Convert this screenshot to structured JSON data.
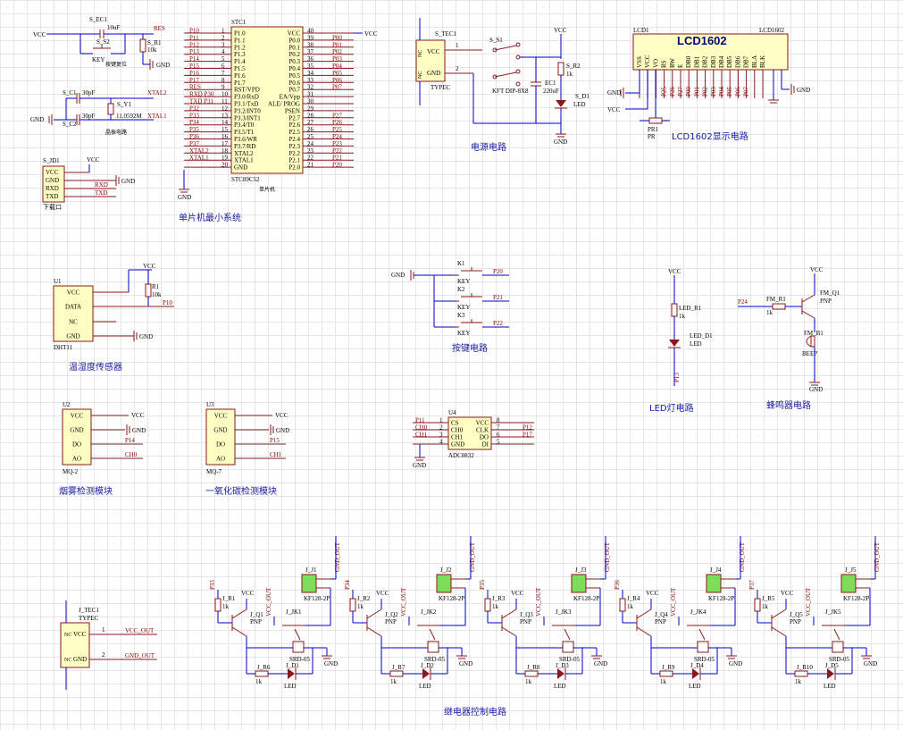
{
  "nets": {
    "vcc": "VCC",
    "gnd": "GND",
    "res": "RES",
    "xtal1": "XTAL1",
    "xtal2": "XTAL2",
    "txd": "TXD",
    "rxd": "RXD",
    "vcc_out": "VCC_OUT",
    "gnd_out": "GND_OUT",
    "ch0": "CH0",
    "ch1": "CH1"
  },
  "captions": {
    "mcu": "单片机最小系统",
    "power": "电源电路",
    "lcd": "LCD1602显示电路",
    "dht": "温湿度传感器",
    "keys": "按键电路",
    "led": "LED灯电路",
    "buzzer": "蜂鸣器电路",
    "mq2": "烟雾检测模块",
    "mq7": "一氧化碳检测模块",
    "relay": "继电器控制电路"
  },
  "reset": {
    "cap_ref": "S_EC1",
    "cap_val": "10uF",
    "key_ref": "S_S2",
    "key_val": "KEY",
    "res_ref": "S_R1",
    "res_val": "10k",
    "note": "按键复位"
  },
  "crystal": {
    "c1_ref": "S_C1",
    "c2_ref": "S_C2",
    "c_val": "30pF",
    "y_ref": "S_Y1",
    "y_val": "11.0592M",
    "note": "晶振电路"
  },
  "download": {
    "ref": "S_JD1",
    "pins": [
      "VCC",
      "GND",
      "RXD",
      "TXD"
    ],
    "note": "下载口"
  },
  "mcu": {
    "ref": "STC1",
    "part": "STC89C52",
    "note": "单片机",
    "left_pins": [
      "P1.0",
      "P1.1",
      "P1.2",
      "P1.3",
      "P1.4",
      "P1.5",
      "P1.6",
      "P1.7",
      "RST/VPD",
      "P3.0/RxD",
      "P3.1/TxD",
      "P3.2/INT0",
      "P3.3/INT1",
      "P3.4/T0",
      "P3.5/T1",
      "P3.6/WR",
      "P3.7/RD",
      "XTAL2",
      "XTAL1",
      "GND"
    ],
    "left_nums": [
      "1",
      "2",
      "3",
      "4",
      "5",
      "6",
      "7",
      "8",
      "9",
      "10",
      "11",
      "12",
      "13",
      "14",
      "15",
      "16",
      "17",
      "18",
      "19",
      "20"
    ],
    "left_nets": [
      "P10",
      "P11",
      "P12",
      "P13",
      "P14",
      "P15",
      "P16",
      "P17",
      "RES",
      "RXD P30",
      "TXD P31",
      "P32",
      "P33",
      "P34",
      "P35",
      "P36",
      "P37",
      "XTAL2",
      "XTAL1",
      ""
    ],
    "right_pins": [
      "VCC",
      "P0.0",
      "P0.1",
      "P0.2",
      "P0.3",
      "P0.4",
      "P0.5",
      "P0.6",
      "P0.7",
      "EA/Vpp",
      "ALE/ PROG",
      "PSEN",
      "P2.7",
      "P2.6",
      "P2.5",
      "P2.4",
      "P2.3",
      "P2.2",
      "P2.1",
      "P2.0"
    ],
    "right_nums": [
      "40",
      "39",
      "38",
      "37",
      "36",
      "35",
      "34",
      "33",
      "32",
      "31",
      "30",
      "29",
      "28",
      "27",
      "26",
      "25",
      "24",
      "23",
      "22",
      "21"
    ],
    "right_nets": [
      "VCC",
      "P00",
      "P01",
      "P02",
      "P03",
      "P04",
      "P05",
      "P06",
      "P07",
      "",
      "",
      "",
      "P27",
      "P26",
      "P25",
      "P24",
      "P23",
      "P22",
      "P21",
      "P20"
    ]
  },
  "power": {
    "conn_ref": "S_TEC1",
    "conn_pins": [
      "NC",
      "VCC",
      "NC",
      "GND"
    ],
    "conn_type": "TYPEC",
    "sw_ref": "S_S1",
    "sw_val": "KFT DIP-8X8",
    "ec_ref": "EC1",
    "ec_val": "220uF",
    "r_ref": "S_R2",
    "r_val": "1k",
    "d_ref": "S_D1",
    "d_val": "LED"
  },
  "lcd": {
    "ref": "LCD1",
    "part": "LCD1602",
    "title": "LCD1602",
    "pins": [
      "VSS",
      "VCC",
      "VO",
      "RS",
      "RW",
      "E",
      "DB0",
      "DB1",
      "DB2",
      "DB3",
      "DB4",
      "DB5",
      "DB6",
      "DB7",
      "BLA",
      "BLK"
    ],
    "nets": [
      "",
      "",
      "",
      "P25",
      "P26",
      "P27",
      "P00",
      "P01",
      "P02",
      "P03",
      "P04",
      "P05",
      "P06",
      "P07",
      "",
      ""
    ],
    "pr_ref": "PR1",
    "pr_val": "PR"
  },
  "dht": {
    "ref": "U1",
    "part": "DHT11",
    "pins": [
      "VCC",
      "DATA",
      "NC",
      "GND"
    ],
    "r_ref": "R1",
    "r_val": "10k",
    "net": "P10"
  },
  "keys": {
    "items": [
      {
        "ref": "K1",
        "val": "KEY",
        "net": "P20"
      },
      {
        "ref": "K2",
        "val": "KEY",
        "net": "P21"
      },
      {
        "ref": "K3",
        "val": "KEY",
        "net": "P22"
      }
    ]
  },
  "led": {
    "r_ref": "LED_R1",
    "r_val": "1k",
    "d_ref": "LED_D1",
    "d_val": "LED",
    "net": "P13"
  },
  "buzzer": {
    "r_ref": "FM_R1",
    "r_val": "1k",
    "q_ref": "FM_Q1",
    "q_val": "PNP",
    "b_ref": "FM_B1",
    "b_val": "BEEP",
    "net": "P24"
  },
  "mq2": {
    "ref": "U2",
    "part": "MQ-2",
    "pins": [
      "VCC",
      "GND",
      "DO",
      "AO"
    ],
    "do_net": "P14",
    "ao_net": "CH0"
  },
  "mq7": {
    "ref": "U3",
    "part": "MQ-7",
    "pins": [
      "VCC",
      "GND",
      "DO",
      "AO"
    ],
    "do_net": "P15",
    "ao_net": "CH1"
  },
  "adc": {
    "ref": "U4",
    "part": "ADC0832",
    "left": [
      "CS",
      "CH0",
      "CH1",
      "GND"
    ],
    "right": [
      "VCC",
      "CLK",
      "DO",
      "DI"
    ],
    "left_nets": [
      "P11",
      "CH0",
      "CH1",
      ""
    ],
    "right_nets": [
      "",
      "P12",
      "P17",
      ""
    ],
    "lnums": [
      "1",
      "2",
      "3",
      "4"
    ],
    "rnums": [
      "8",
      "7",
      "6",
      "5"
    ]
  },
  "jtec": {
    "ref": "J_TEC1",
    "type": "TYPEC",
    "pins": [
      "NC",
      "VCC",
      "NC",
      "GND"
    ]
  },
  "relays": [
    {
      "net": "P33",
      "r1": "J_R1",
      "q": "J_Q1",
      "jk": "J_JK1",
      "j": "J_J1",
      "rl": "J_R6",
      "d": "J_D1"
    },
    {
      "net": "P34",
      "r1": "J_R2",
      "q": "J_Q2",
      "jk": "J_JK2",
      "j": "J_J2",
      "rl": "J_R7",
      "d": "J_D2"
    },
    {
      "net": "P35",
      "r1": "J_R3",
      "q": "J_Q3",
      "jk": "J_JK3",
      "j": "J_J3",
      "rl": "J_R8",
      "d": "J_D3"
    },
    {
      "net": "P36",
      "r1": "J_R4",
      "q": "J_Q4",
      "jk": "J_JK4",
      "j": "J_J4",
      "rl": "J_R9",
      "d": "J_D4"
    },
    {
      "net": "P37",
      "r1": "J_R5",
      "q": "J_Q5",
      "jk": "J_JK5",
      "j": "J_J5",
      "rl": "J_R10",
      "d": "J_D5"
    }
  ],
  "relay_common": {
    "r_val": "1k",
    "q_val": "PNP",
    "kf": "KF128-2P",
    "srd": "SRD-05",
    "led": "LED"
  }
}
